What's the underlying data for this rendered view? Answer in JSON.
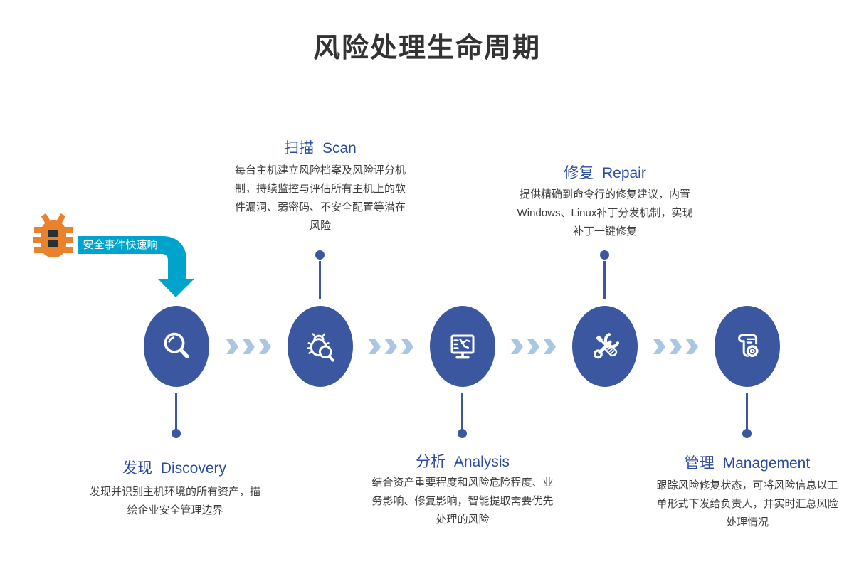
{
  "title": "风险处理生命周期",
  "callout": {
    "label": "安全事件快速响应",
    "icon": "bug-icon"
  },
  "stages": [
    {
      "name": "发现 Discovery",
      "icon": "magnifier-icon",
      "desc": "发现并识别主机环境的所有资产，描绘企业安全管理边界"
    },
    {
      "name": "扫描 Scan",
      "icon": "bug-scan-icon",
      "desc": "每台主机建立风险档案及风险评分机制，持续监控与评估所有主机上的软件漏洞、弱密码、不安全配置等潜在风险"
    },
    {
      "name": "分析 Analysis",
      "icon": "monitor-analysis-icon",
      "desc": "结合资产重要程度和风险危险程度、业务影响、修复影响，智能提取需要优先处理的风险"
    },
    {
      "name": "修复 Repair",
      "icon": "tools-icon",
      "desc": "提供精确到命令行的修复建议，内置Windows、Linux补丁分发机制，实现补丁一键修复"
    },
    {
      "name": "管理 Management",
      "icon": "document-gear-icon",
      "desc": "跟踪风险修复状态，可将风险信息以工单形式下发给负责人，并实时汇总风险处理情况"
    }
  ],
  "colors": {
    "circle_blue": "#3A57A0",
    "chevron_blue": "#A9C6E3",
    "accent_cyan": "#00A3CC",
    "bug_orange": "#E8822C",
    "heading_blue": "#2B4C9D",
    "title_dark": "#333333",
    "body_text": "#3E3E3E"
  }
}
